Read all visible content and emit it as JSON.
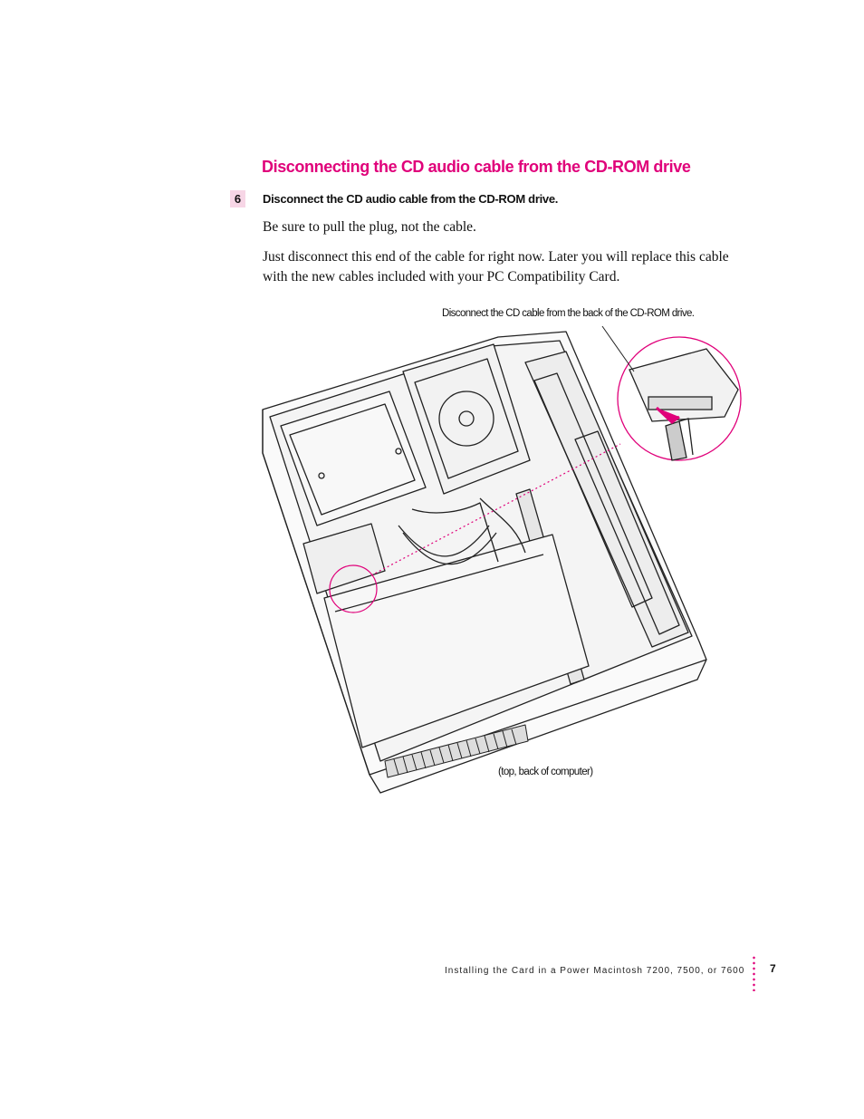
{
  "section": {
    "title": "Disconnecting the CD audio cable from the CD-ROM drive"
  },
  "step": {
    "number": "6",
    "instruction": "Disconnect the CD audio cable from the CD-ROM drive."
  },
  "body": {
    "paragraph1": "Be sure to pull the plug, not the cable.",
    "paragraph2": "Just disconnect this end of the cable for right now. Later you will replace this cable with the new cables included with your PC Compatibility Card."
  },
  "figure": {
    "callout": "Disconnect the CD cable from the back of the CD-ROM drive.",
    "caption": "(top, back of computer)"
  },
  "footer": {
    "running_title": "Installing the Card in a Power Macintosh 7200, 7500, or 7600",
    "page_number": "7"
  },
  "colors": {
    "accent": "#e0007a",
    "badge_background": "#f7d6e6"
  }
}
